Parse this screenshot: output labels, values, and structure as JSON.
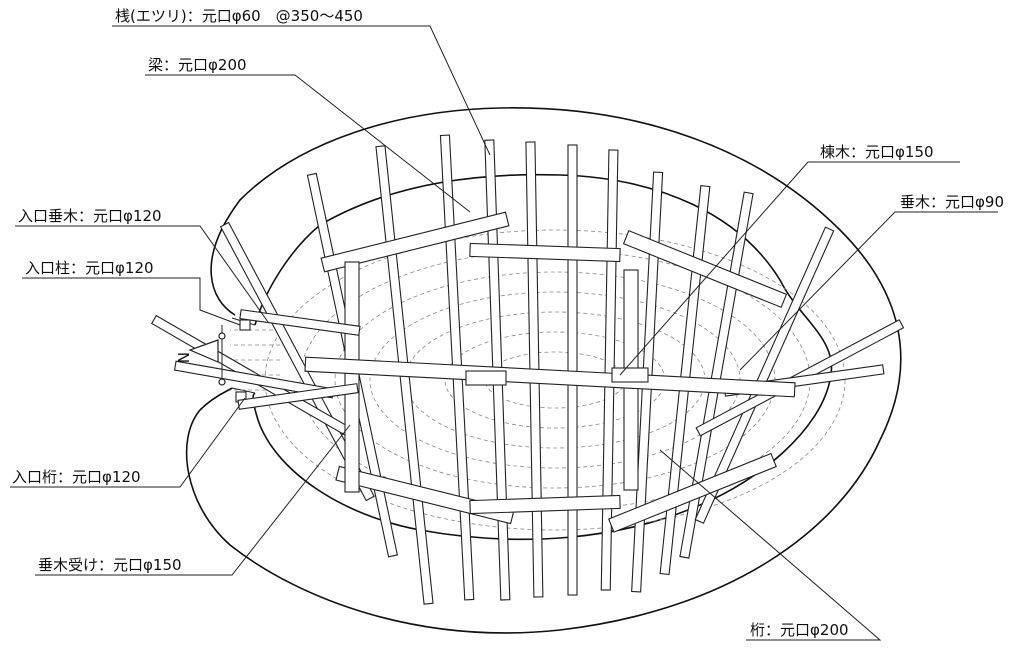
{
  "labels": {
    "lath": "桟(エツリ)：元口φ60　@350～450",
    "beam": "梁：元口φ200",
    "ridge": "棟木：元口φ150",
    "rafter": "垂木：元口φ90",
    "entrance_rafter": "入口垂木：元口φ120",
    "entrance_post": "入口柱：元口φ120",
    "entrance_girder": "入口桁：元口φ120",
    "rafter_rest": "垂木受け：元口φ150",
    "girder": "桁：元口φ200"
  },
  "north_mark": "N"
}
